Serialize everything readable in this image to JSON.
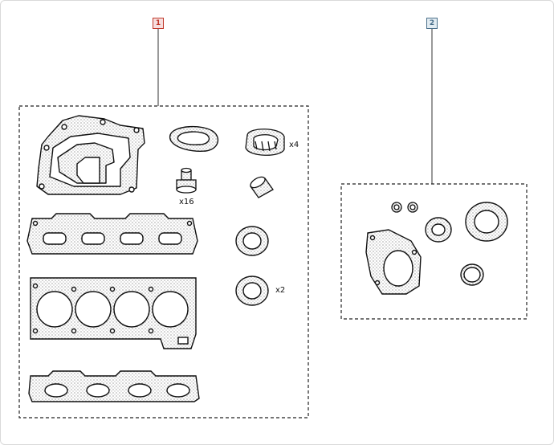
{
  "callouts": [
    {
      "label": "1",
      "color": "#c0392b"
    },
    {
      "label": "2",
      "color": "#4a6f8a"
    }
  ],
  "quantities": {
    "intake_seal": "x4",
    "valve_stem_seal": "x16",
    "oil_seal": "x2"
  },
  "groups": [
    {
      "name": "gasket-set-1",
      "callout": "1"
    },
    {
      "name": "gasket-set-2",
      "callout": "2"
    }
  ]
}
